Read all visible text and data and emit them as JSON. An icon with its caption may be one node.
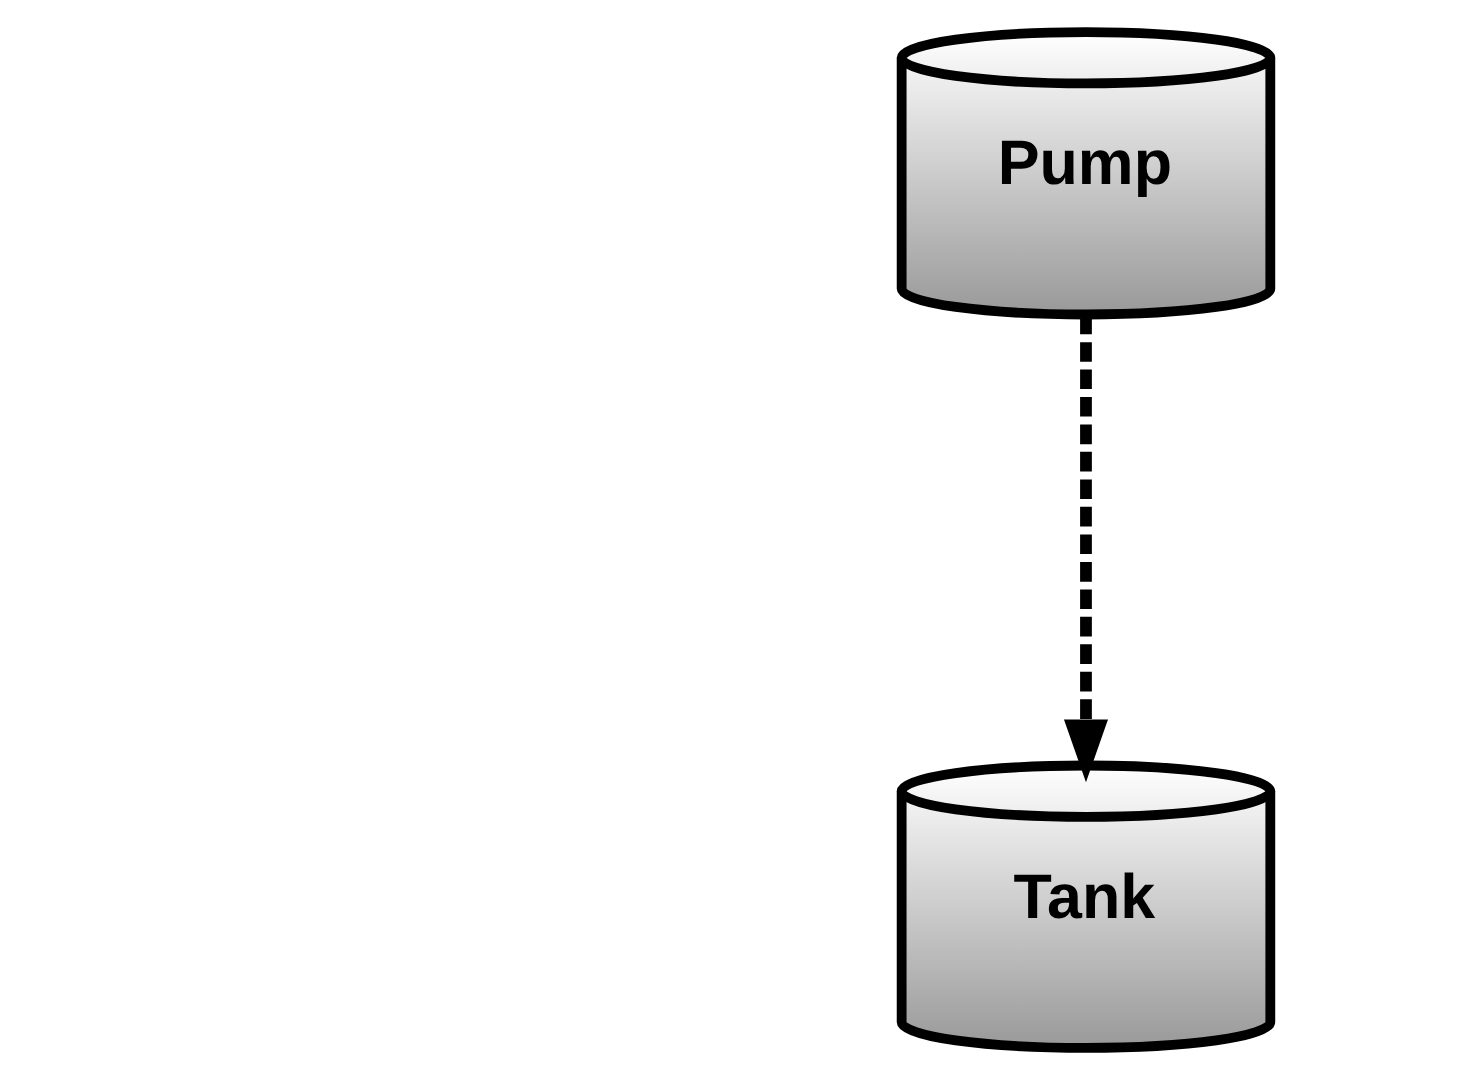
{
  "diagram": {
    "nodes": [
      {
        "text": [
          "Pump"
        ]
      },
      {
        "text": [
          "Tank"
        ]
      }
    ],
    "edges": [
      {
        "from": 0,
        "to": 1,
        "arrow": "to",
        "style": "dashed"
      }
    ]
  }
}
